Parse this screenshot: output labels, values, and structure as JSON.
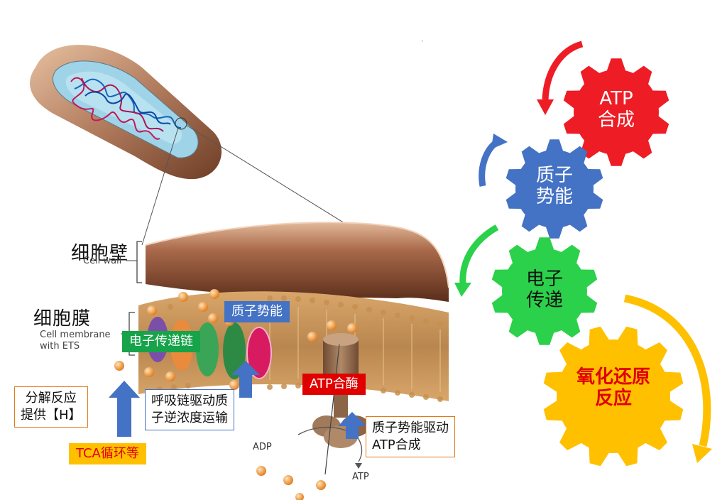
{
  "labels": {
    "cell_wall_cn": "细胞壁",
    "cell_wall_en": "Cell wall",
    "membrane_cn": "细胞膜",
    "membrane_en_line1": "Cell membrane",
    "membrane_en_line2": "with ETS",
    "adp": "ADP",
    "atp": "ATP",
    "h": "H"
  },
  "tags": {
    "electron_chain": "电子传递链",
    "proton_potential": "质子势能",
    "atp_synthase": "ATP合酶",
    "tca": "TCA循环等"
  },
  "boxes": {
    "decompose_line1": "分解反应",
    "decompose_line2": "提供【H】",
    "resp_line1": "呼吸链驱动质",
    "resp_line2": "子逆浓度运输",
    "drive_line1": "质子势能驱动",
    "drive_line2": "ATP合成"
  },
  "gears": {
    "atp_line1": "ATP",
    "atp_line2": "合成",
    "proton_line1": "质子",
    "proton_line2": "势能",
    "electron_line1": "电子",
    "electron_line2": "传递",
    "redox_line1": "氧化还原",
    "redox_line2": "反应"
  },
  "colors": {
    "red": "#ee1c25",
    "blue": "#4472c4",
    "green": "#22c55e",
    "yellow": "#ffc000",
    "tag_green": "#16a34a",
    "tag_blue": "#4472c4",
    "tag_red": "#e00000",
    "tag_yellow": "#ffc000",
    "tca_text": "#e00000"
  }
}
